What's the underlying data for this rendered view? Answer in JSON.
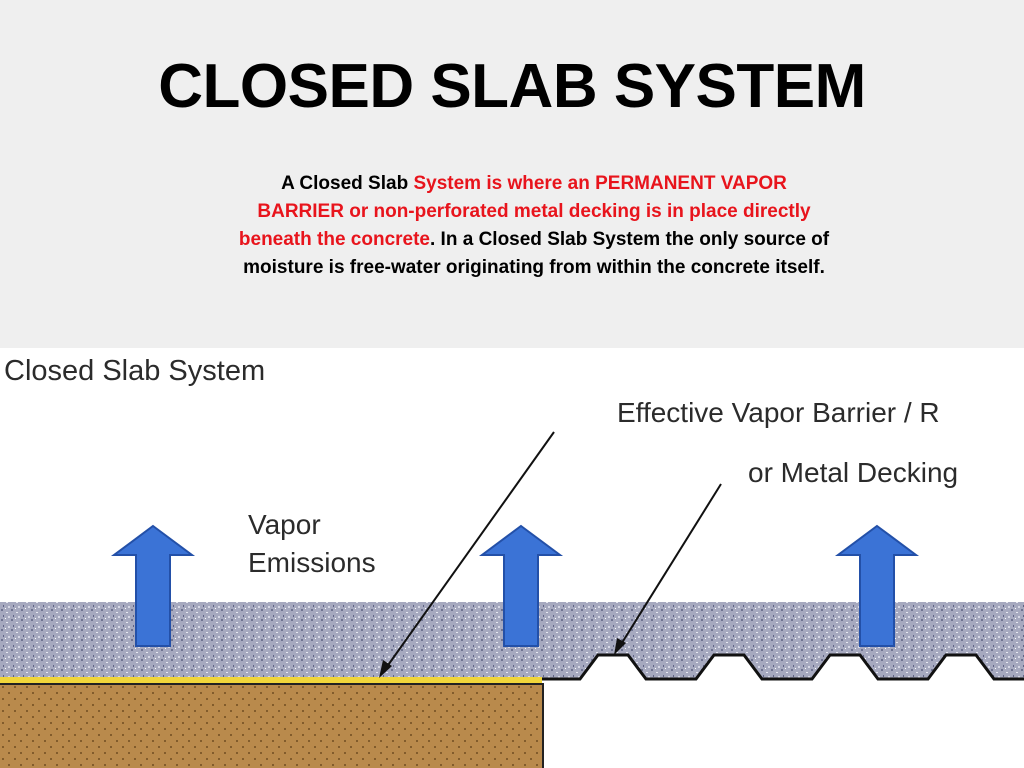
{
  "slide": {
    "title": "CLOSED SLAB SYSTEM",
    "description": {
      "part1": "A Closed Slab ",
      "part2_highlight": "System is where an PERMANENT VAPOR BARRIER or non-perforated metal decking is in place directly beneath the concrete",
      "part3": ". In a Closed Slab System the only source of moisture is free-water originating from within the concrete itself."
    }
  },
  "diagram": {
    "heading": "Closed Slab System",
    "label_barrier": "Effective Vapor Barrier / R",
    "label_decking": "or Metal Decking",
    "label_vapor_line1": "Vapor",
    "label_vapor_line2": "Emissions"
  },
  "colors": {
    "header_bg": "#efefef",
    "highlight_red": "#e8141c",
    "arrow_blue": "#3b73d6",
    "concrete": "#a6a9bf",
    "soil": "#b98a4c",
    "vapor_barrier": "#f1d63a"
  },
  "icons": [
    "up-arrow-icon",
    "pointer-arrow-icon"
  ]
}
